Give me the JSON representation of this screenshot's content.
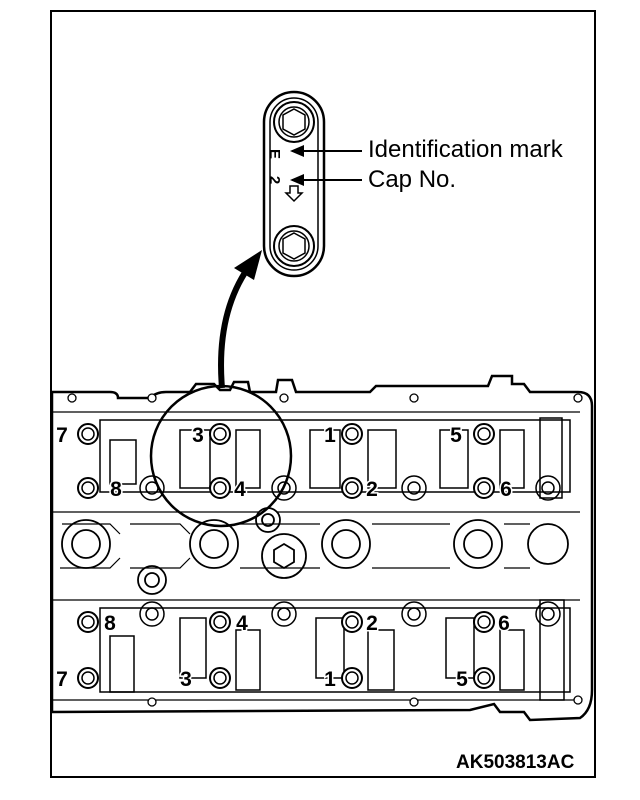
{
  "callouts": {
    "identification_mark": "Identification mark",
    "cap_no": "Cap No."
  },
  "cap_detail": {
    "mark_letter": "E",
    "mark_number": "2"
  },
  "figure_id": "AK503813AC",
  "cap_numbers": {
    "top_row_upper": [
      "7",
      "3",
      "1",
      "5"
    ],
    "top_row_lower": [
      "8",
      "4",
      "2",
      "6"
    ],
    "bottom_row_upper": [
      "8",
      "4",
      "2",
      "6"
    ],
    "bottom_row_lower": [
      "7",
      "3",
      "1",
      "5"
    ]
  }
}
